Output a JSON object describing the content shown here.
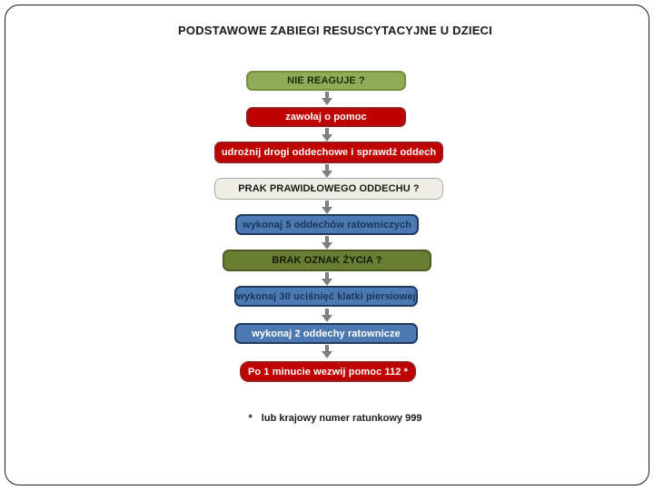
{
  "slide": {
    "title": "PODSTAWOWE ZABIEGI RESUSCYTACYJNE U DZIECI",
    "footnote_mark": "*",
    "footnote_text": "lub krajowy numer ratunkowy 999"
  },
  "colors": {
    "frame": "#1a1a1a",
    "arrow": "#7f7f7f",
    "title_text": "#1a1a1a",
    "background": "#ffffff"
  },
  "flow": {
    "steps": [
      {
        "label": "NIE REAGUJE ?",
        "fill": "#8fad56",
        "border": "#71913c",
        "text": "#1c2a10"
      },
      {
        "label": "zawołaj o pomoc",
        "fill": "#c00000",
        "border": "#951f1f",
        "text": "#ffffff"
      },
      {
        "label": "udrożnij drogi oddechowe i sprawdź oddech",
        "fill": "#c00000",
        "border": "#951f1f",
        "text": "#ffffff"
      },
      {
        "label": "PRAK PRAWIDŁOWEGO ODDECHU ?",
        "fill": "#efeee6",
        "border": "#a9a99e",
        "text": "#1a1a1a"
      },
      {
        "label": "wykonaj 5 oddechów ratowniczych",
        "fill": "#4c79b2",
        "border": "#1e3a61",
        "text": "#17375d"
      },
      {
        "label": "BRAK OZNAK ŻYCIA ?",
        "fill": "#6a7d33",
        "border": "#4c5b24",
        "text": "#131a07"
      },
      {
        "label": "wykonaj 30 uciśnięć klatki piersiowej",
        "fill": "#4c79b2",
        "border": "#1e3a61",
        "text": "#17375d"
      },
      {
        "label": "wykonaj 2 oddechy ratownicze",
        "fill": "#4c79b2",
        "border": "#1e3a61",
        "text": "#ffffff"
      },
      {
        "label": "Po 1 minucie wezwij pomoc 112 *",
        "fill": "#c00000",
        "border": "#951f1f",
        "text": "#ffffff"
      }
    ]
  }
}
